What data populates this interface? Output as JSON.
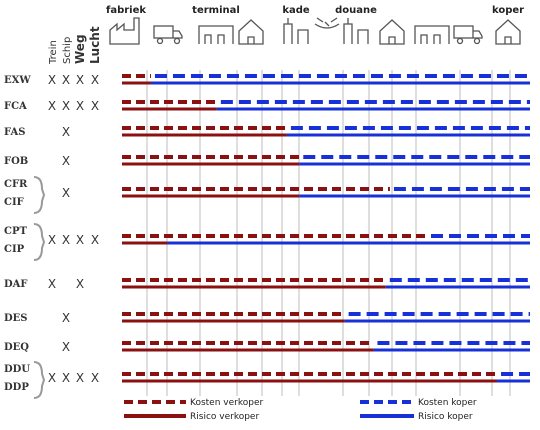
{
  "transport_modes": [
    "Trein",
    "Schip",
    "Weg",
    "Lucht"
  ],
  "stages": [
    {
      "label": "fabriek",
      "icon": "factory-icon"
    },
    {
      "label": "",
      "icon": "truck-icon"
    },
    {
      "label": "terminal",
      "icon": "warehouse-icon"
    },
    {
      "label": "",
      "icon": "house-icon"
    },
    {
      "label": "kade",
      "icon": "port-crane-icon"
    },
    {
      "label": "",
      "icon": "ship-icon"
    },
    {
      "label": "douane",
      "icon": "port-crane-icon"
    },
    {
      "label": "",
      "icon": "house-icon"
    },
    {
      "label": "",
      "icon": "warehouse-icon"
    },
    {
      "label": "",
      "icon": "truck-icon"
    },
    {
      "label": "koper",
      "icon": "house-icon"
    }
  ],
  "incoterms": [
    {
      "codes": [
        "EXW"
      ],
      "modes": [
        true,
        true,
        true,
        true
      ],
      "cost_transfer": 0.08,
      "risk_transfer": 0.08
    },
    {
      "codes": [
        "FCA"
      ],
      "modes": [
        true,
        true,
        true,
        true
      ],
      "cost_transfer": 0.24,
      "risk_transfer": 0.24
    },
    {
      "codes": [
        "FAS"
      ],
      "modes": [
        false,
        true,
        false,
        false
      ],
      "cost_transfer": 0.41,
      "risk_transfer": 0.41
    },
    {
      "codes": [
        "FOB"
      ],
      "modes": [
        false,
        true,
        false,
        false
      ],
      "cost_transfer": 0.44,
      "risk_transfer": 0.44
    },
    {
      "codes": [
        "CFR",
        "CIF"
      ],
      "modes": [
        false,
        true,
        false,
        false
      ],
      "cost_transfer": 0.66,
      "risk_transfer": 0.44
    },
    {
      "codes": [
        "CPT",
        "CIP"
      ],
      "modes": [
        true,
        true,
        true,
        true
      ],
      "cost_transfer": 0.75,
      "risk_transfer": 0.12
    },
    {
      "codes": [
        "DAF"
      ],
      "modes": [
        true,
        false,
        true,
        false
      ],
      "cost_transfer": 0.65,
      "risk_transfer": 0.65
    },
    {
      "codes": [
        "DES"
      ],
      "modes": [
        false,
        true,
        false,
        false
      ],
      "cost_transfer": 0.55,
      "risk_transfer": 0.55
    },
    {
      "codes": [
        "DEQ"
      ],
      "modes": [
        false,
        true,
        false,
        false
      ],
      "cost_transfer": 0.62,
      "risk_transfer": 0.62
    },
    {
      "codes": [
        "DDU",
        "DDP"
      ],
      "modes": [
        true,
        true,
        true,
        true
      ],
      "cost_transfer": 0.92,
      "risk_transfer": 0.92
    }
  ],
  "mode_mark": "X",
  "legend": {
    "seller_costs": "Kosten verkoper",
    "seller_risk": "Risico verkoper",
    "buyer_costs": "Kosten koper",
    "buyer_risk": "Risico koper"
  },
  "colors": {
    "seller": "#8b1111",
    "buyer": "#1730d8",
    "grid": "#bdbdbd",
    "text": "#222222"
  }
}
